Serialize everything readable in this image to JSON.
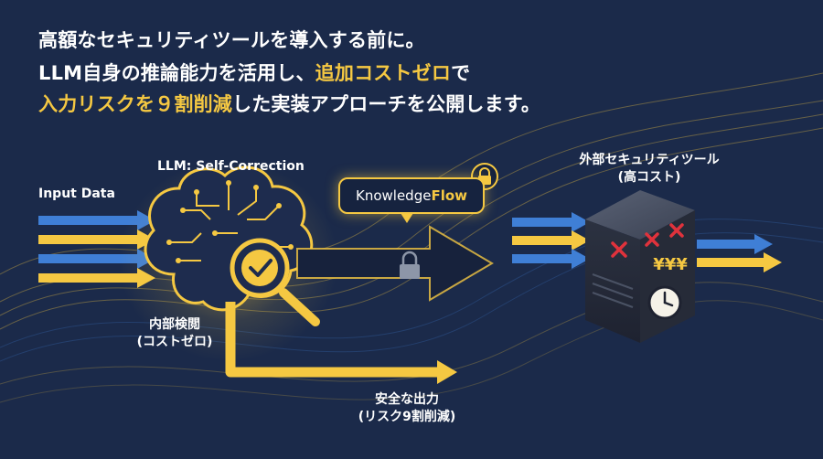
{
  "headline": {
    "line1": "高額なセキュリティツールを導入する前に。",
    "line2_pre": "LLM自身の推論能力を活用し、",
    "line2_hl": "追加コストゼロ",
    "line2_post": "で",
    "line3_hl": "入力リスクを９割削減",
    "line3_post": "した実装アプローチを公開します。"
  },
  "labels": {
    "input": "Input Data",
    "llm": "LLM: Self-Correction",
    "internal_1": "内部検閲",
    "internal_2": "(コストゼロ)",
    "safe_1": "安全な出力",
    "safe_2": "(リスク9割削減)",
    "external_1": "外部セキュリティツール",
    "external_2": "(高コスト)"
  },
  "brand": {
    "knowledge": "Knowledge",
    "flow": "Flow"
  },
  "server": {
    "yen": "¥¥¥"
  },
  "colors": {
    "background": "#1b2a4a",
    "accent": "#f5c842",
    "blue": "#3f7fd6",
    "danger": "#e0323c"
  }
}
